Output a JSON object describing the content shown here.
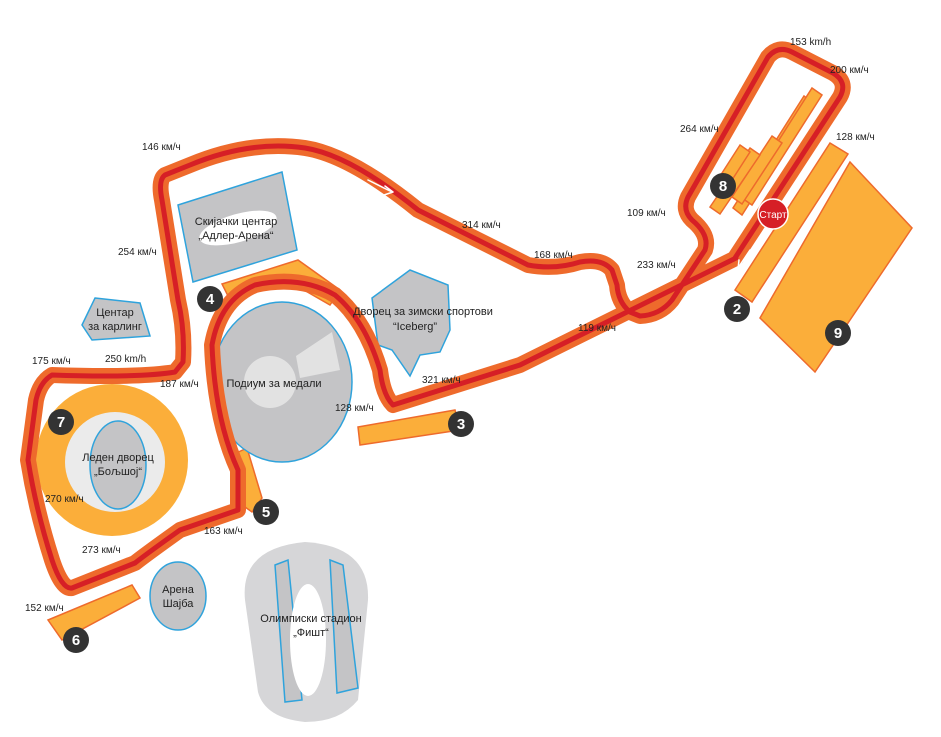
{
  "colors": {
    "track_outer": "#ee6a2c",
    "track_inner": "#d61f26",
    "orange_block": "#fbae3a",
    "building_gray": "#c4c4c6",
    "building_stroke": "#2fa3dc",
    "marker": "#333333",
    "start": "#d61f26"
  },
  "venues": {
    "ski_center": [
      "Скијачки центар",
      "„Адлер-Арена“"
    ],
    "karting": [
      "Центар",
      "за карлинг"
    ],
    "medals": "Подиум за медали",
    "winter_palace": [
      "Дворец за зимски спортови",
      "“Iceberg”"
    ],
    "ice_palace": [
      "Леден дворец",
      "„Бољшој“"
    ],
    "shaiba": [
      "Арена",
      "Шајба"
    ],
    "fisht": [
      "Олимписки стадион",
      "„Фишт“"
    ]
  },
  "start_label": "Старт",
  "turns": [
    "2",
    "3",
    "4",
    "5",
    "6",
    "7",
    "8",
    "9"
  ],
  "speeds": {
    "s153": "153 km/h",
    "s200": "200 км/ч",
    "s264": "264 км/ч",
    "s128a": "128 км/ч",
    "s109": "109 км/ч",
    "s233": "233 км/ч",
    "s168": "168 км/ч",
    "s314": "314 км/ч",
    "s146": "146 км/ч",
    "s254": "254 км/ч",
    "s119": "119 км/ч",
    "s321": "321 км/ч",
    "s128b": "128 км/ч",
    "s187": "187 км/ч",
    "s175": "175 км/ч",
    "s250": "250 km/h",
    "s270": "270 км/ч",
    "s273": "273 км/ч",
    "s163": "163 км/ч",
    "s152": "152 км/ч"
  }
}
